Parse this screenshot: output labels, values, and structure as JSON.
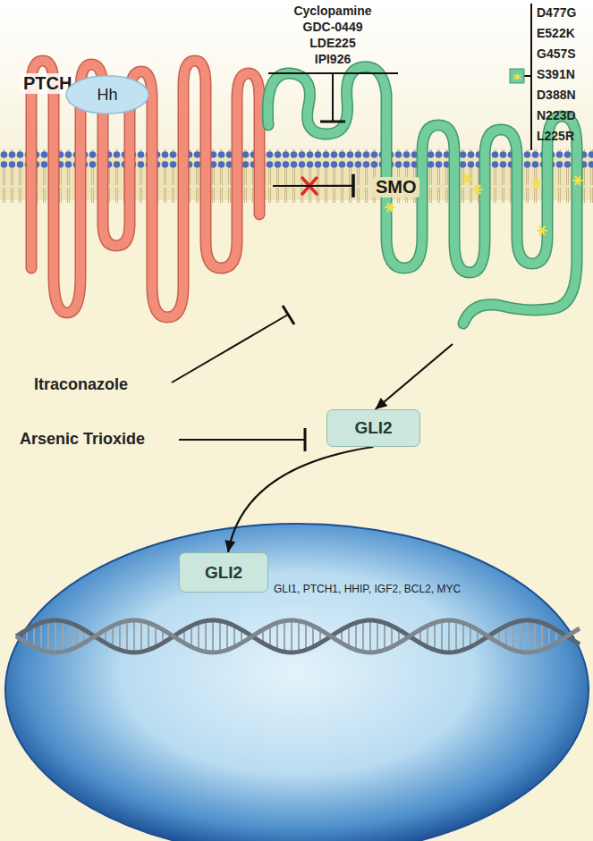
{
  "diagram": {
    "nodes": [
      {
        "text": [
          "PTCH"
        ]
      },
      {
        "text": [
          "Hh"
        ],
        "in": 0
      },
      {
        "text": [
          "SMO"
        ]
      },
      {
        "text": [
          "GLI2"
        ]
      },
      {
        "text": [
          "GLI2"
        ]
      }
    ],
    "edges": [
      {
        "from": 0,
        "to": 2,
        "arrow": "to"
      },
      {
        "from": 2,
        "to": 3,
        "arrow": "to"
      },
      {
        "from": 3,
        "to": 4,
        "arrow": "to"
      }
    ],
    "labels": [
      "Cyclopamine",
      "GDC-0449",
      "LDE225",
      "IPI926",
      "D477G",
      "E522K",
      "G457S",
      "S391N",
      "D388N",
      "N223D",
      "L225R",
      "Itraconazole",
      "Arsenic Trioxide",
      "GLI1, PTCH1, HHIP, IGF2, BCL2, MYC"
    ]
  }
}
